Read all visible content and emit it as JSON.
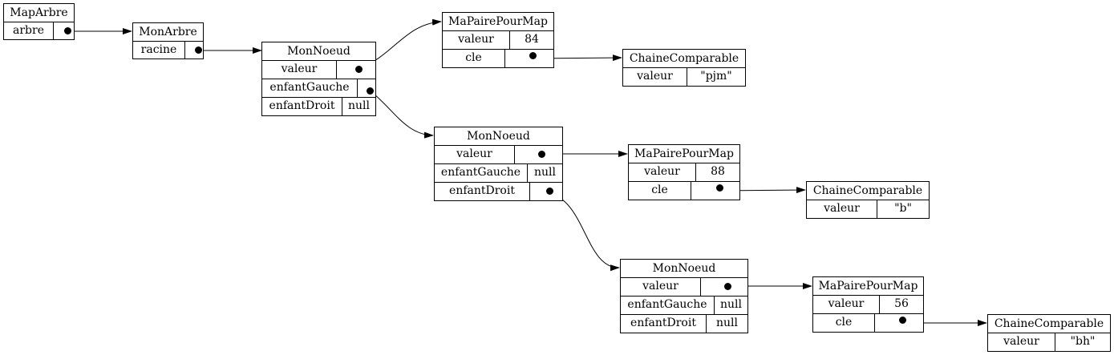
{
  "nodes": {
    "maparbre": {
      "title": "MapArbre",
      "fields": [
        {
          "name": "arbre",
          "value": ""
        }
      ]
    },
    "monarbre": {
      "title": "MonArbre",
      "fields": [
        {
          "name": "racine",
          "value": ""
        }
      ]
    },
    "noeud1": {
      "title": "MonNoeud",
      "fields": [
        {
          "name": "valeur",
          "value": ""
        },
        {
          "name": "enfantGauche",
          "value": ""
        },
        {
          "name": "enfantDroit",
          "value": "null"
        }
      ]
    },
    "paire1": {
      "title": "MaPairePourMap",
      "fields": [
        {
          "name": "valeur",
          "value": "84"
        },
        {
          "name": "cle",
          "value": ""
        }
      ]
    },
    "chaine1": {
      "title": "ChaineComparable",
      "fields": [
        {
          "name": "valeur",
          "value": "\"pjm\""
        }
      ]
    },
    "noeud2": {
      "title": "MonNoeud",
      "fields": [
        {
          "name": "valeur",
          "value": ""
        },
        {
          "name": "enfantGauche",
          "value": "null"
        },
        {
          "name": "enfantDroit",
          "value": ""
        }
      ]
    },
    "paire2": {
      "title": "MaPairePourMap",
      "fields": [
        {
          "name": "valeur",
          "value": "88"
        },
        {
          "name": "cle",
          "value": ""
        }
      ]
    },
    "chaine2": {
      "title": "ChaineComparable",
      "fields": [
        {
          "name": "valeur",
          "value": "\"b\""
        }
      ]
    },
    "noeud3": {
      "title": "MonNoeud",
      "fields": [
        {
          "name": "valeur",
          "value": ""
        },
        {
          "name": "enfantGauche",
          "value": "null"
        },
        {
          "name": "enfantDroit",
          "value": "null"
        }
      ]
    },
    "paire3": {
      "title": "MaPairePourMap",
      "fields": [
        {
          "name": "valeur",
          "value": "56"
        },
        {
          "name": "cle",
          "value": ""
        }
      ]
    },
    "chaine3": {
      "title": "ChaineComparable",
      "fields": [
        {
          "name": "valeur",
          "value": "\"bh\""
        }
      ]
    }
  },
  "edges": [
    {
      "from": "maparbre.arbre",
      "to": "monarbre"
    },
    {
      "from": "monarbre.racine",
      "to": "noeud1"
    },
    {
      "from": "noeud1.valeur",
      "to": "paire1"
    },
    {
      "from": "noeud1.enfantGauche",
      "to": "noeud2"
    },
    {
      "from": "paire1.cle",
      "to": "chaine1"
    },
    {
      "from": "noeud2.valeur",
      "to": "paire2"
    },
    {
      "from": "noeud2.enfantDroit",
      "to": "noeud3"
    },
    {
      "from": "paire2.cle",
      "to": "chaine2"
    },
    {
      "from": "noeud3.valeur",
      "to": "paire3"
    },
    {
      "from": "paire3.cle",
      "to": "chaine3"
    }
  ]
}
